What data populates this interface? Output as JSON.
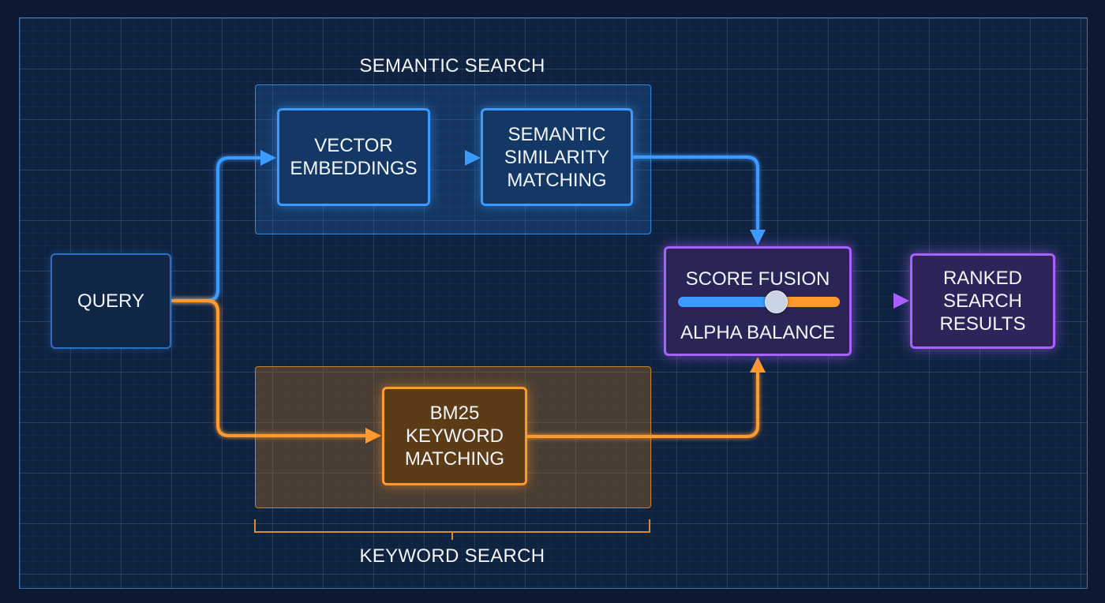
{
  "groups": {
    "semantic": {
      "title": "SEMANTIC SEARCH"
    },
    "keyword": {
      "title": "KEYWORD SEARCH"
    }
  },
  "nodes": {
    "query": "QUERY",
    "vector_embeddings": "VECTOR\nEMBEDDINGS",
    "semantic_similarity": "SEMANTIC\nSIMILARITY\nMATCHING",
    "bm25": "BM25\nKEYWORD\nMATCHING",
    "score_fusion": {
      "title": "SCORE FUSION",
      "slider_label": "ALPHA BALANCE",
      "alpha_value": 0.6
    },
    "ranked_results": "RANKED\nSEARCH\nRESULTS"
  },
  "colors": {
    "semantic": "#3d9bff",
    "keyword": "#ff9a2e",
    "fusion": "#a860ff",
    "background": "#0f2240"
  }
}
